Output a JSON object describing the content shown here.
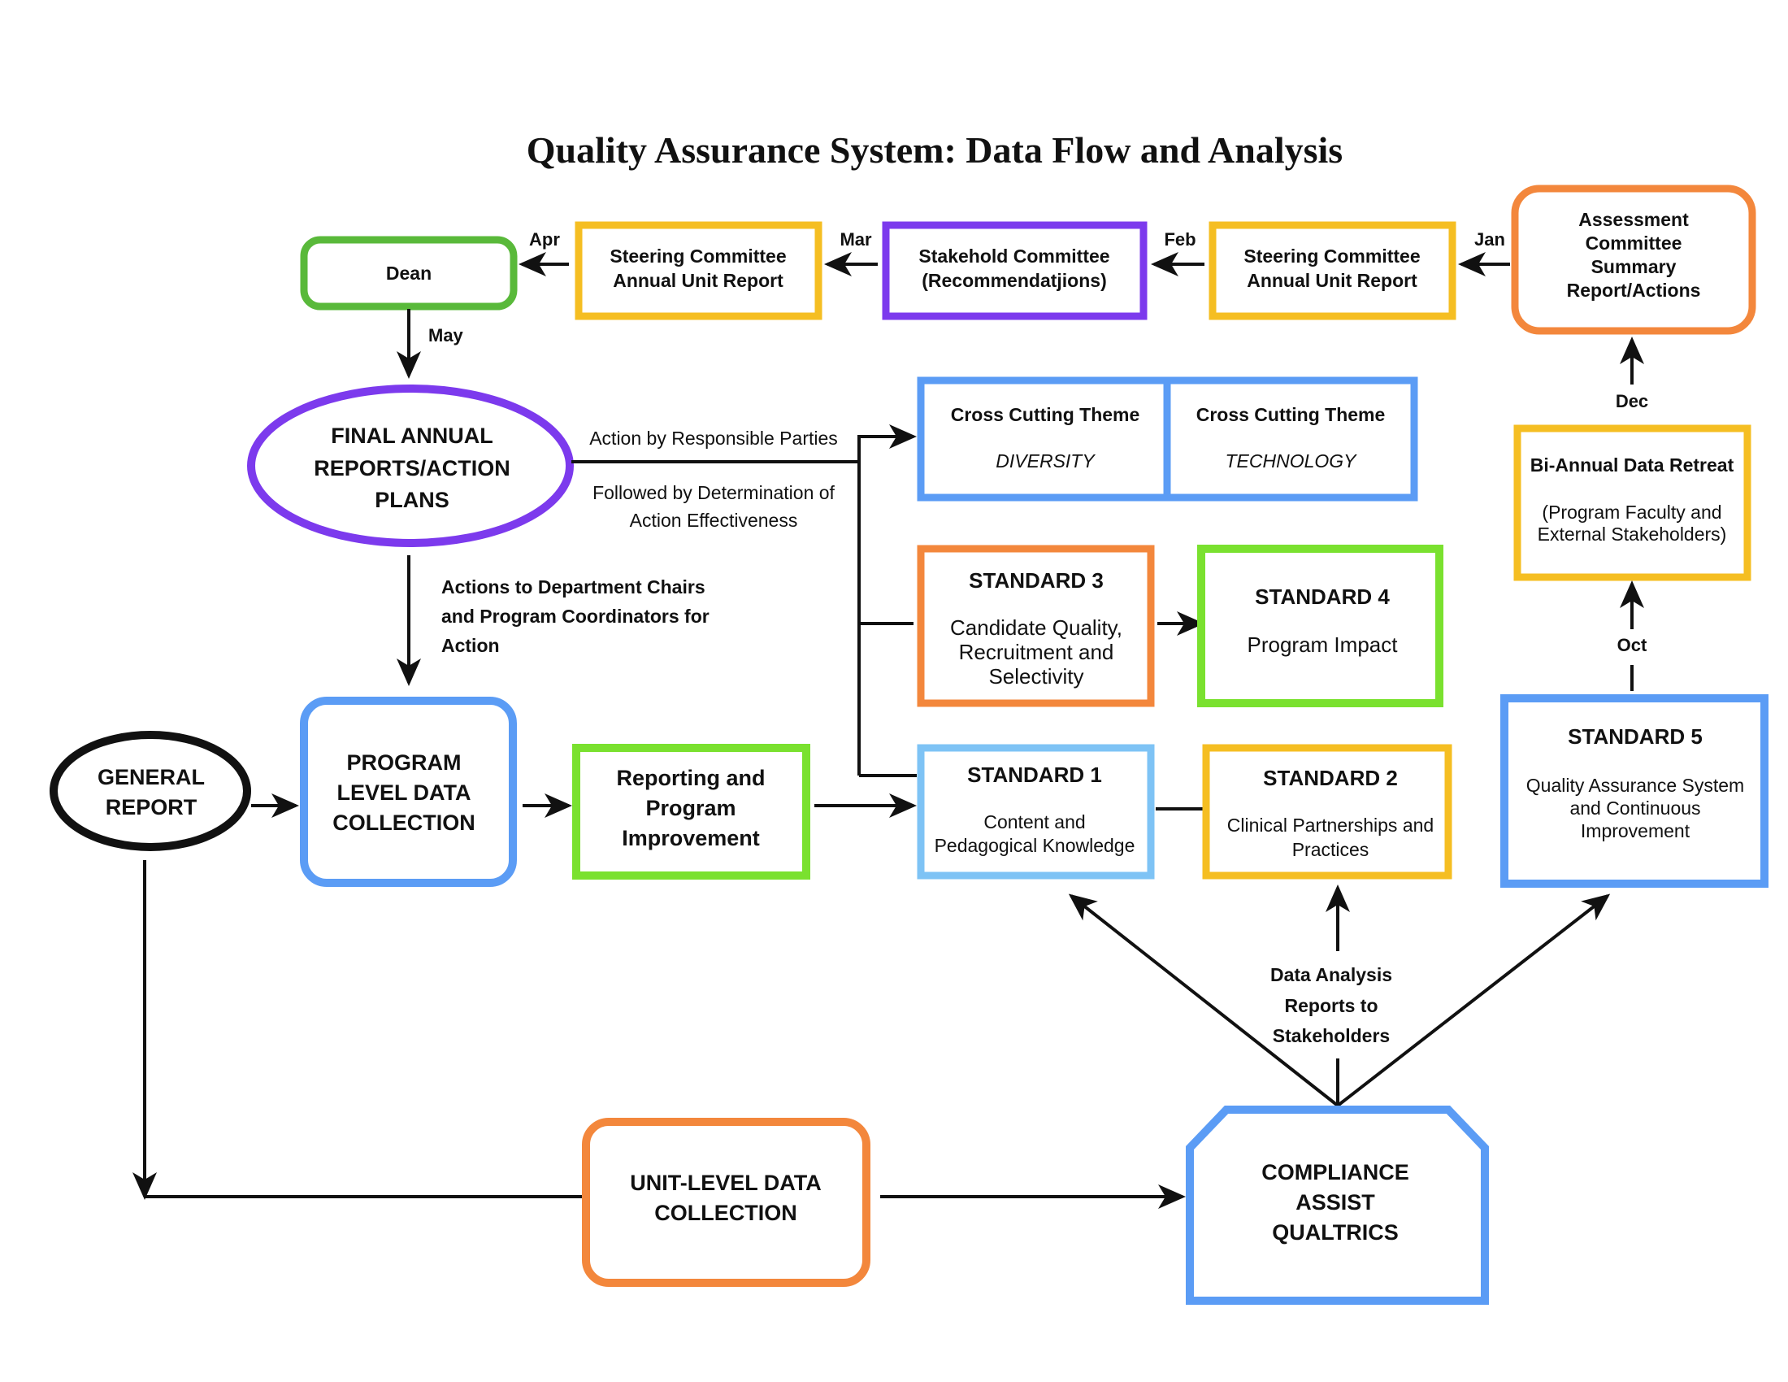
{
  "title": "Quality Assurance System: Data Flow and Analysis",
  "colors": {
    "green": "#59B93A",
    "lime": "#7AE12F",
    "yellow": "#F5BE22",
    "purple": "#7C3AED",
    "orange": "#F3873C",
    "blue": "#5B9CF5",
    "lightblue": "#7EC3F5",
    "black": "#111111"
  },
  "top_row": {
    "dean": "Dean",
    "steering_1": [
      "Steering Committee",
      "Annual Unit Report"
    ],
    "stakehold": [
      "Stakehold Committee",
      "(Recommendatjions)"
    ],
    "steering_2": [
      "Steering Committee",
      "Annual Unit Report"
    ],
    "assessment": [
      "Assessment",
      "Committee",
      "Summary",
      "Report/Actions"
    ]
  },
  "months": {
    "apr": "Apr",
    "mar": "Mar",
    "feb": "Feb",
    "jan": "Jan",
    "may": "May",
    "dec": "Dec",
    "oct": "Oct"
  },
  "final_annual": [
    "FINAL ANNUAL",
    "REPORTS/ACTION",
    "PLANS"
  ],
  "action_labels": {
    "responsible": "Action by Responsible Parties",
    "followed": [
      "Followed by Determination of",
      "Action Effectiveness"
    ],
    "to_chairs": [
      "Actions to Department Chairs",
      "and Program Coordinators for",
      "Action"
    ]
  },
  "cross_cutting": {
    "diversity": {
      "heading": "Cross Cutting Theme",
      "theme": "DIVERSITY"
    },
    "technology": {
      "heading": "Cross Cutting Theme",
      "theme": "TECHNOLOGY"
    }
  },
  "bi_annual": {
    "heading": "Bi-Annual Data Retreat",
    "detail": [
      "(Program Faculty and",
      "External Stakeholders)"
    ]
  },
  "standards": {
    "s3": {
      "heading": "STANDARD 3",
      "detail": [
        "Candidate Quality,",
        "Recruitment and",
        "Selectivity"
      ]
    },
    "s4": {
      "heading": "STANDARD 4",
      "detail": [
        "Program Impact"
      ]
    },
    "s1": {
      "heading": "STANDARD 1",
      "detail": [
        "Content and",
        "Pedagogical Knowledge"
      ]
    },
    "s2": {
      "heading": "STANDARD 2",
      "detail": [
        "Clinical Partnerships and",
        "Practices"
      ]
    },
    "s5": {
      "heading": "STANDARD 5",
      "detail": [
        "Quality Assurance System",
        "and Continuous",
        "Improvement"
      ]
    }
  },
  "general_report": [
    "GENERAL",
    "REPORT"
  ],
  "program_level": [
    "PROGRAM",
    "LEVEL DATA",
    "COLLECTION"
  ],
  "reporting": [
    "Reporting and",
    "Program",
    "Improvement"
  ],
  "data_analysis": [
    "Data Analysis",
    "Reports to",
    "Stakeholders"
  ],
  "unit_level": [
    "UNIT-LEVEL DATA",
    "COLLECTION"
  ],
  "compliance": [
    "COMPLIANCE",
    "ASSIST",
    "QUALTRICS"
  ]
}
